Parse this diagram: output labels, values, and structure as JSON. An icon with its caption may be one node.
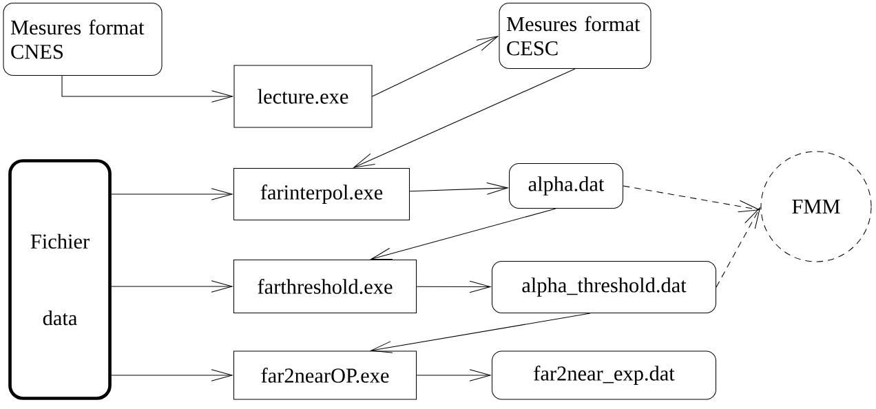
{
  "diagram": {
    "nodes": [
      {
        "text": [
          "Mesures format CNES"
        ]
      },
      {
        "text": [
          "lecture.exe"
        ]
      },
      {
        "text": [
          "Mesures format CESC"
        ]
      },
      {
        "text": [
          "Fichier data"
        ]
      },
      {
        "text": [
          "farinterpol.exe"
        ]
      },
      {
        "text": [
          "alpha.dat"
        ]
      },
      {
        "text": [
          "FMM"
        ]
      },
      {
        "text": [
          "farthreshold.exe"
        ]
      },
      {
        "text": [
          "alpha_threshold.dat"
        ]
      },
      {
        "text": [
          "far2nearOP.exe"
        ]
      },
      {
        "text": [
          "far2near_exp.dat"
        ]
      }
    ],
    "edges": [
      {
        "from": 0,
        "to": 1,
        "arrow": "to"
      },
      {
        "from": 1,
        "to": 2,
        "arrow": "to"
      },
      {
        "from": 2,
        "to": 4,
        "arrow": "to"
      },
      {
        "from": 3,
        "to": 4,
        "arrow": "to"
      },
      {
        "from": 4,
        "to": 5,
        "arrow": "to"
      },
      {
        "from": 5,
        "to": 6,
        "arrow": "to",
        "style": "dashed"
      },
      {
        "from": 5,
        "to": 7,
        "arrow": "to"
      },
      {
        "from": 3,
        "to": 7,
        "arrow": "to"
      },
      {
        "from": 7,
        "to": 8,
        "arrow": "to"
      },
      {
        "from": 8,
        "to": 6,
        "arrow": "to",
        "style": "dashed"
      },
      {
        "from": 8,
        "to": 9,
        "arrow": "to"
      },
      {
        "from": 3,
        "to": 9,
        "arrow": "to"
      },
      {
        "from": 9,
        "to": 10,
        "arrow": "to"
      }
    ]
  }
}
